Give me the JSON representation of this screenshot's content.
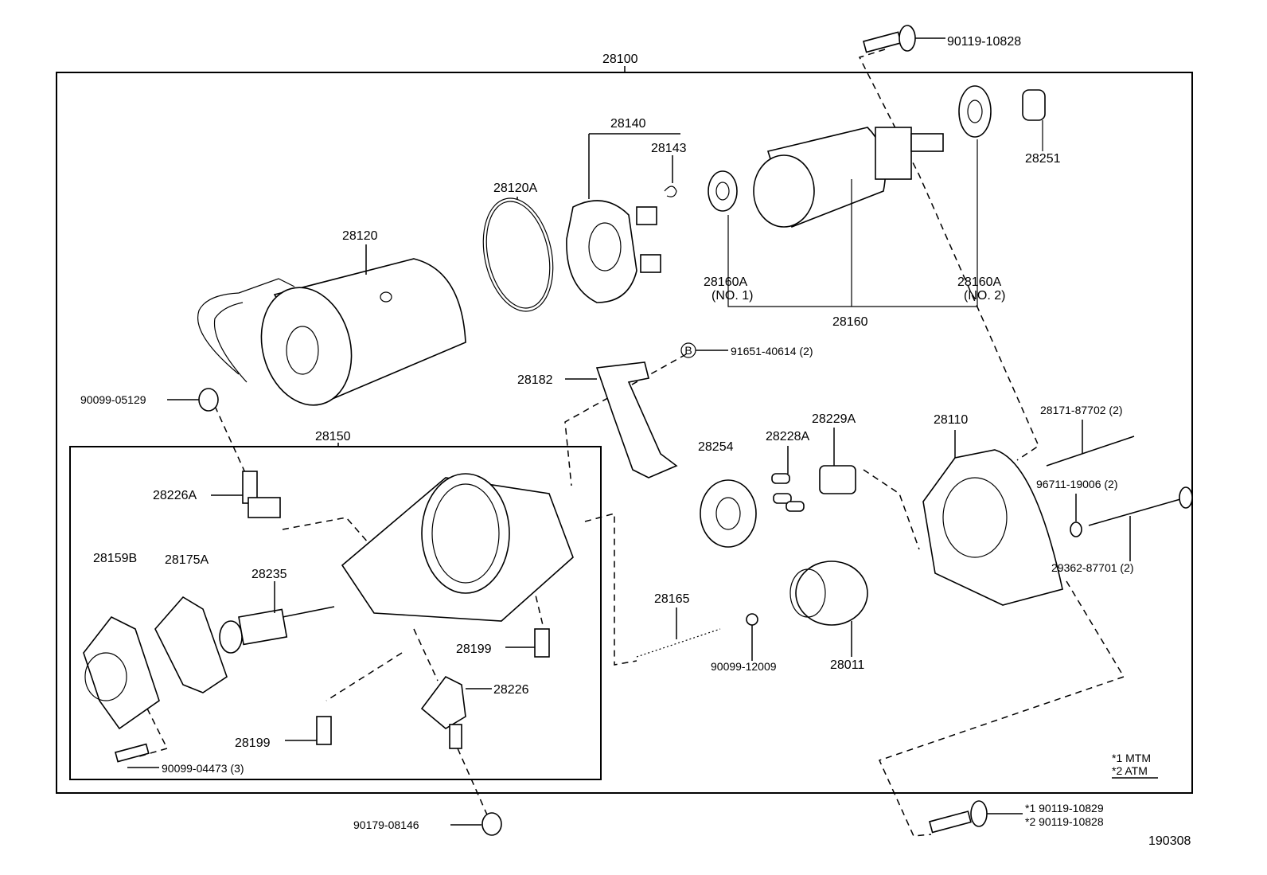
{
  "diagram_id": "190308",
  "assembly": {
    "label": "28100"
  },
  "sub_assembly": {
    "label": "28150"
  },
  "legend": {
    "mtm": "*1  MTM",
    "atm": "*2  ATM"
  },
  "bolt_callout": {
    "mtm": "*1  90119-10829",
    "atm": "*2  90119-10828"
  },
  "circle_marker": "B",
  "parts": {
    "p90119_top": "90119-10828",
    "p28140": "28140",
    "p28143": "28143",
    "p28120A": "28120A",
    "p28120": "28120",
    "p28251": "28251",
    "p28160A_1": "28160A",
    "p28160A_1_note": "(NO. 1)",
    "p28160A_2": "28160A",
    "p28160A_2_note": "(NO. 2)",
    "p28160": "28160",
    "p91651": "91651-40614 (2)",
    "p28182": "28182",
    "p90099_05129": "90099-05129",
    "p28110": "28110",
    "p28229A": "28229A",
    "p28228A": "28228A",
    "p28254": "28254",
    "p28171": "28171-87702 (2)",
    "p96711": "96711-19006 (2)",
    "p29362": "29362-87701 (2)",
    "p28226A": "28226A",
    "p28159B": "28159B",
    "p28175A": "28175A",
    "p28235": "28235",
    "p28165": "28165",
    "p28199_a": "28199",
    "p28226": "28226",
    "p90099_12009": "90099-12009",
    "p28011": "28011",
    "p28199_b": "28199",
    "p90099_04473": "90099-04473 (3)",
    "p90179": "90179-08146"
  }
}
